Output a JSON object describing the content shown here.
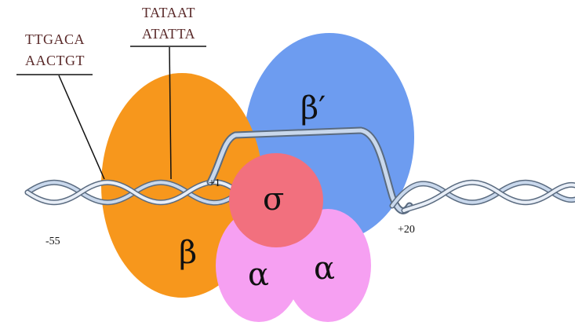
{
  "sequences": {
    "minus35": {
      "top": "TTGACA",
      "bottom": "AACTGT"
    },
    "minus10": {
      "top": "TATAAT",
      "bottom": "ATATTA"
    }
  },
  "positions": {
    "upstream": "-55",
    "start": "+1",
    "downstream": "+20"
  },
  "subunits": {
    "beta": "β",
    "beta_prime": "β′",
    "sigma": "σ",
    "alpha_left": "α",
    "alpha_right": "α"
  },
  "colors": {
    "beta": "#f7971c",
    "beta_prime": "#6d9cf0",
    "sigma": "#f2707e",
    "alpha": "#f6a0f2",
    "dna_strand": "#c9d8ec",
    "dna_outline": "#5a6b80",
    "label_text": "#5a2a2a"
  }
}
